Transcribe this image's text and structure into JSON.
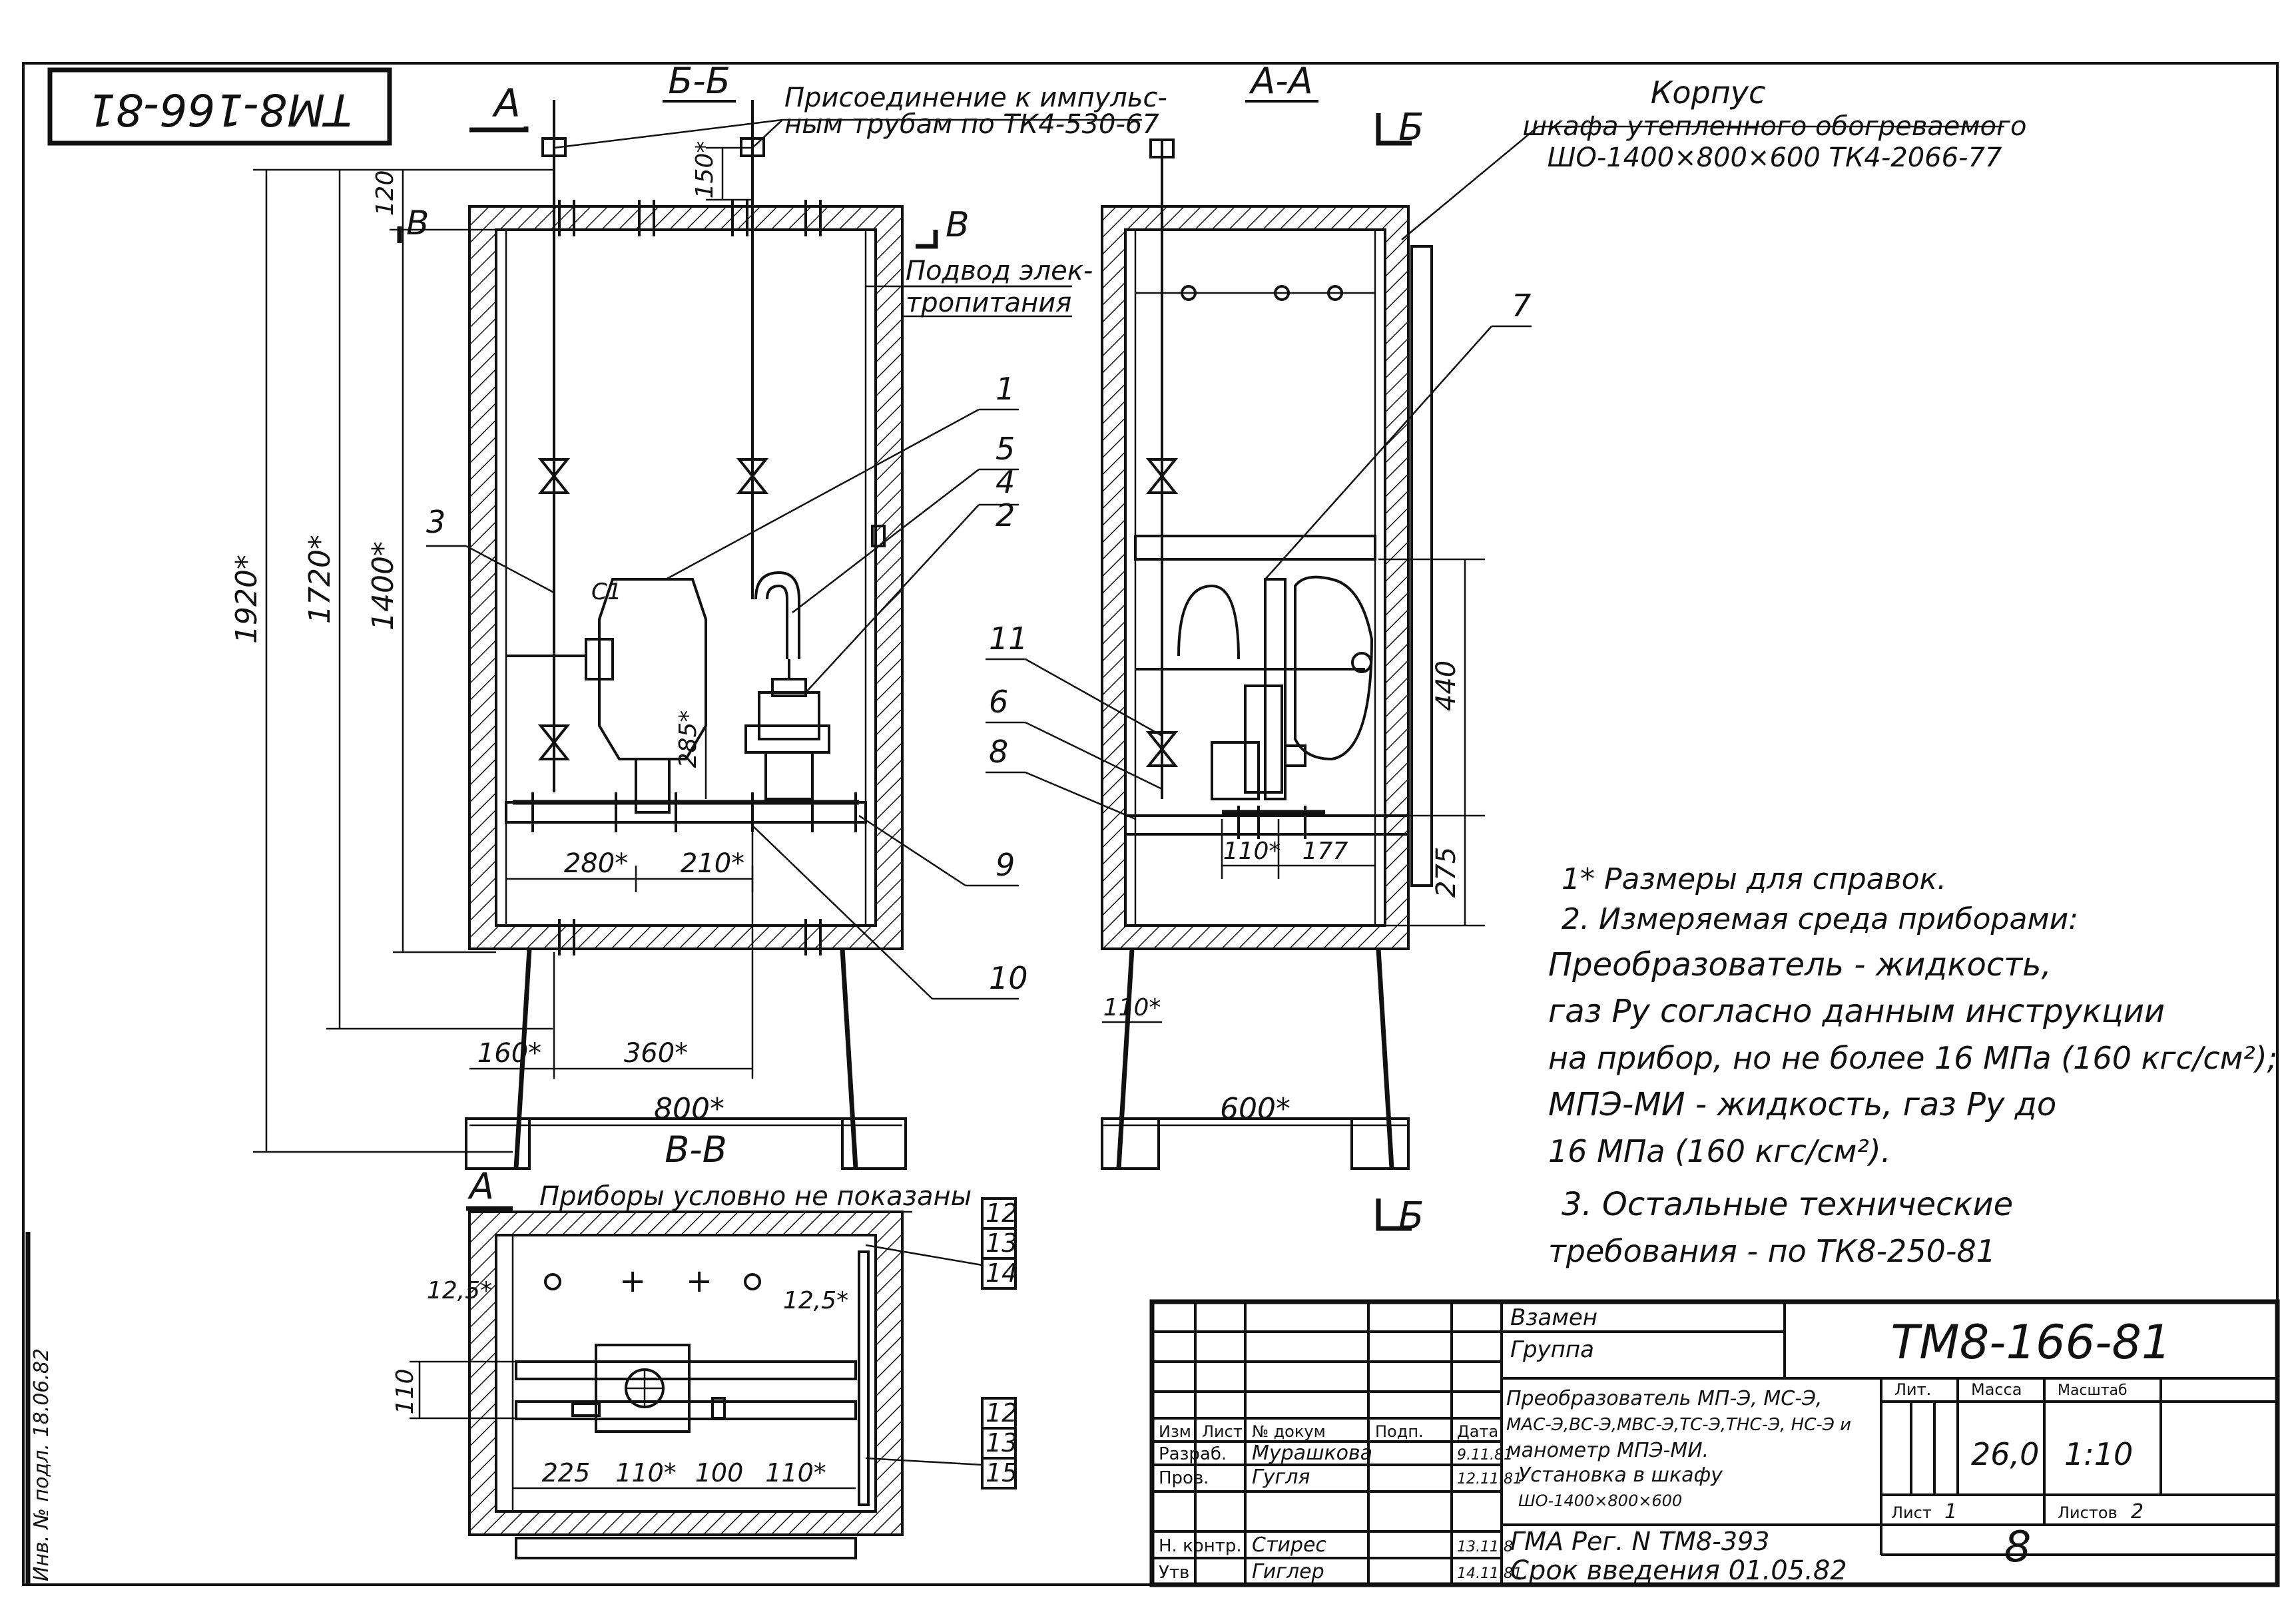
{
  "drawing_number_top": "ТМ8-166-81",
  "section_labels": {
    "bb": "Б-Б",
    "aa": "А-А",
    "vv": "В-В",
    "a_mark": "А",
    "b_mark": "Б",
    "v_mark": "В",
    "b1_mark": "В"
  },
  "callouts": {
    "impulse": "Присоединение к импульс-ным трубам по ТК4-530-67",
    "power": "Подвод элек-тропитания",
    "housing_title": "Корпус",
    "housing_line2": "шкафа утепленного обогреваемого",
    "housing_line3": "ШО-1400×800×600  ТК4-2066-77",
    "devices_hidden": "Приборы условно не показаны"
  },
  "dimensions": {
    "d1920": "1920*",
    "d1720": "1720*",
    "d1400": "1400*",
    "d120": "120",
    "d150": "150*",
    "d285": "285*",
    "d280": "280*",
    "d210": "210*",
    "d160": "160*",
    "d360": "360*",
    "d800": "800*",
    "d600": "600*",
    "d110a": "110*",
    "d110b": "110*",
    "d177": "177",
    "d440": "440",
    "d275": "275",
    "d12_5a": "12,5*",
    "d12_5b": "12,5*",
    "d110c": "110",
    "d225": "225",
    "d110d": "110*",
    "d100": "100",
    "d110e": "110*",
    "c1": "С1"
  },
  "item_numbers": [
    "1",
    "5",
    "4",
    "2",
    "3",
    "11",
    "6",
    "8",
    "9",
    "10",
    "7",
    "12",
    "13",
    "14",
    "12",
    "13",
    "15"
  ],
  "notes": [
    "1* Размеры для справок.",
    "2. Измеряемая среда приборами:",
    "Преобразователь - жидкость,",
    "газ Ру согласно данным инструкции",
    "на прибор, но не более 16 МПа (160 кгс/см²);",
    "МПЭ-МИ - жидкость, газ  Ру до",
    "16 МПа (160 кгс/см²).",
    "3. Остальные технические",
    "требования - по ТК8-250-81"
  ],
  "title_block": {
    "replaces": "Взамен",
    "group": "Группа",
    "doc_number": "ТМ8-166-81",
    "title": "Преобразователь МП-Э, МС-Э, МАС-Э, ВС-Э, МВС-Э, ТС-Э, ТНС-Э, НС-Э и манометр МПЭ-МИ. Установка в шкафу ШО-1400×800×600",
    "title_lines": [
      "Преобразователь МП-Э, МС-Э,",
      "МАС-Э,ВС-Э,МВС-Э,ТС-Э,ТНС-Э, НС-Э и",
      "манометр МПЭ-МИ.",
      "Установка в шкафу",
      "ШО-1400×800×600"
    ],
    "gna_reg": "ГМА Рег. N ТМ8-393",
    "intro_date": "Срок введения 01.05.82",
    "headers": {
      "izm": "Изм",
      "list": "Лист",
      "doc": "№ докум",
      "sign": "Подп.",
      "date": "Дата",
      "lit": "Лит.",
      "mass": "Масса",
      "scale": "Масштаб",
      "sheet": "Лист",
      "sheets": "Листов"
    },
    "rows": [
      {
        "role": "Разраб.",
        "name": "Мурашкова",
        "date": "9.11.81"
      },
      {
        "role": "Пров.",
        "name": "Гугля",
        "date": "12.11.81"
      },
      {
        "role": "Н. контр.",
        "name": "Стирес",
        "date": "13.11.8"
      },
      {
        "role": "Утв",
        "name": "Гиглер",
        "date": "14.11.81"
      }
    ],
    "mass": "26,0",
    "scale": "1:10",
    "sheet_no": "1",
    "sheets_total": "2",
    "page_number": "8"
  },
  "margin_stamp": "Инв. № подл.  18.06.82"
}
